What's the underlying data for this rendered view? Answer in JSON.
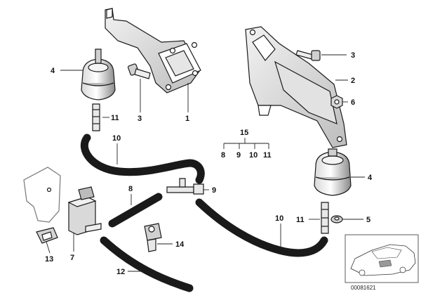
{
  "diagram": {
    "callouts": {
      "c1": "1",
      "c2": "2",
      "c3a": "3",
      "c3b": "3",
      "c4a": "4",
      "c4b": "4",
      "c5": "5",
      "c6": "6",
      "c7": "7",
      "c8": "8",
      "c9": "9",
      "c10a": "10",
      "c10b": "10",
      "c11a": "11",
      "c11b": "11",
      "c12": "12",
      "c13": "13",
      "c14": "14",
      "c15": "15"
    },
    "group15_items": [
      "8",
      "9",
      "10",
      "11"
    ],
    "part_number": "00081621"
  },
  "colors": {
    "line": "#1a1a1a",
    "hose_fill": "#ffffff",
    "background": "#ffffff"
  }
}
